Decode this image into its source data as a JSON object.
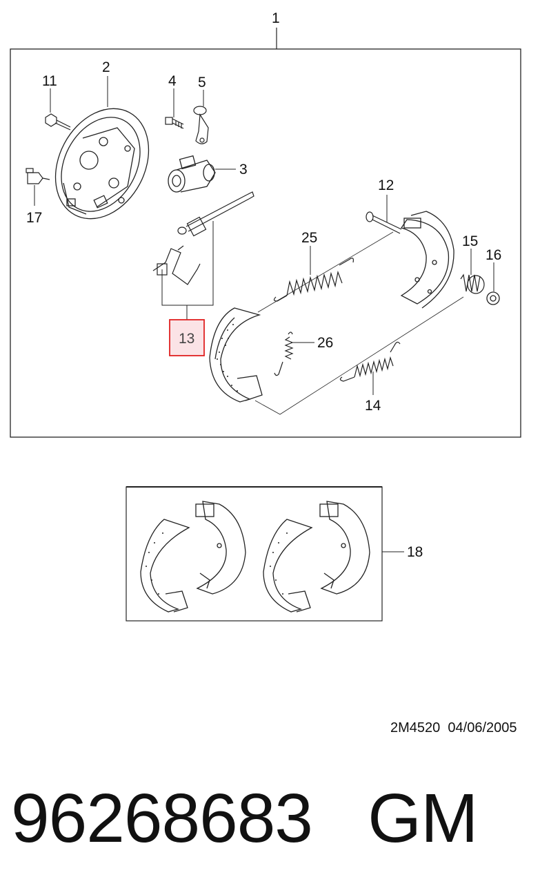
{
  "callouts": {
    "c1": "1",
    "c2": "2",
    "c3": "3",
    "c4": "4",
    "c5": "5",
    "c11": "11",
    "c12": "12",
    "c13": "13",
    "c14": "14",
    "c15": "15",
    "c16": "16",
    "c17": "17",
    "c18": "18",
    "c25": "25",
    "c26": "26"
  },
  "highlighted_callout": "13",
  "highlight_color": "#e02020",
  "highlight_fill": "#fbe3e6",
  "drawing_ref": "2M4520  04/06/2005",
  "part_number": "96268683",
  "brand": "GM"
}
